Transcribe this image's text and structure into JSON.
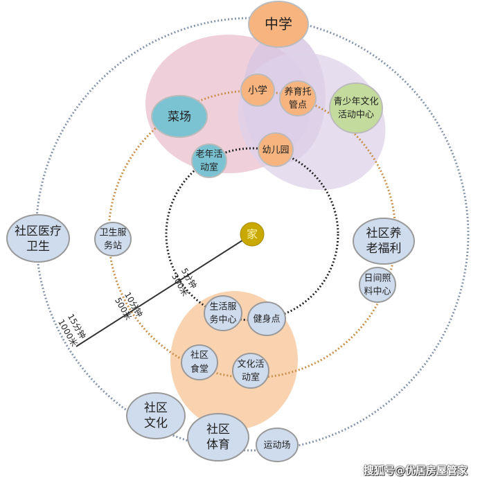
{
  "center": {
    "label": "家",
    "color": "#c9a800"
  },
  "rings": [
    {
      "name": "5min",
      "time": "5分钟",
      "distance": "300米",
      "color": "#222222"
    },
    {
      "name": "10min",
      "time": "10分钟",
      "distance": "500米",
      "color": "#c8904a"
    },
    {
      "name": "15min",
      "time": "15分钟",
      "distance": "1000米",
      "color": "#7a8a9a"
    }
  ],
  "zones": {
    "education_pink": "#ecc8d4",
    "education_purple": "#d9cde8",
    "sports_orange": "#f9d2b0"
  },
  "nodes": {
    "middle_school": "中学",
    "primary_school": "小学",
    "childcare": "养育托管点",
    "youth_center": "青少年文化活动中心",
    "market": "菜场",
    "elderly_room": "老年活动室",
    "kindergarten": "幼儿园",
    "medical": "社区医疗卫生",
    "health_station": "卫生服务站",
    "elderly_welfare": "社区养老福利",
    "day_care": "日间照料中心",
    "life_service": "生活服务中心",
    "fitness": "健身点",
    "canteen": "社区食堂",
    "culture_room": "文化活动室",
    "community_culture": "社区文化",
    "community_sports": "社区体育",
    "sports_field": "运动场"
  },
  "lines": {
    "middle_school": [
      "中学"
    ],
    "childcare": [
      "养育托",
      "管点"
    ],
    "youth_center": [
      "青少年文化",
      "活动中心"
    ],
    "elderly_room": [
      "老年活",
      "动室"
    ],
    "medical": [
      "社区医疗",
      "卫生"
    ],
    "health_station": [
      "卫生服",
      "务站"
    ],
    "elderly_welfare": [
      "社区养",
      "老福利"
    ],
    "day_care": [
      "日间照",
      "料中心"
    ],
    "life_service": [
      "生活服",
      "务中心"
    ],
    "canteen": [
      "社区",
      "食堂"
    ],
    "culture_room": [
      "文化活",
      "动室"
    ],
    "community_culture": [
      "社区",
      "文化"
    ],
    "community_sports": [
      "社区",
      "体育"
    ]
  },
  "watermark": "搜狐号@优居房屋管家"
}
